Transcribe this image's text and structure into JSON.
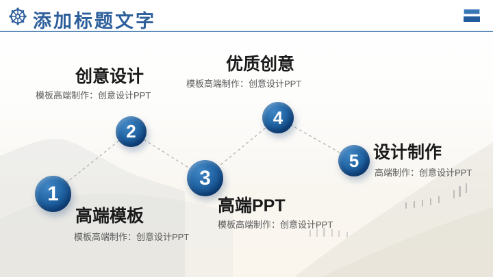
{
  "slide": {
    "header": {
      "title": "添加标题文字",
      "wheel_icon": "ship-wheel-icon",
      "menu_icon": "hamburger-menu-icon"
    },
    "milestones": [
      {
        "number": "1",
        "title": "高端模板",
        "subtitle": "模板高端制作：创意设计PPT"
      },
      {
        "number": "2",
        "title": "创意设计",
        "subtitle": "模板高端制作：创意设计PPT"
      },
      {
        "number": "3",
        "title": "高端PPT",
        "subtitle": "模板高端制作：创意设计PPT"
      },
      {
        "number": "4",
        "title": "优质创意",
        "subtitle": "模板高端制作：创意设计PPT"
      },
      {
        "number": "5",
        "title": "设计制作",
        "subtitle": "高端制作：创意设计PPT"
      }
    ],
    "colors": {
      "accent_blue": "#2d5f9b",
      "circle_gradient_light": "#4186c4",
      "circle_gradient_dark": "#0c3a70",
      "separator_line": "#5d8cba",
      "title_text": "#1a1a1a",
      "subtitle_text": "#595959",
      "connector_dash": "#b3b3b3"
    }
  }
}
